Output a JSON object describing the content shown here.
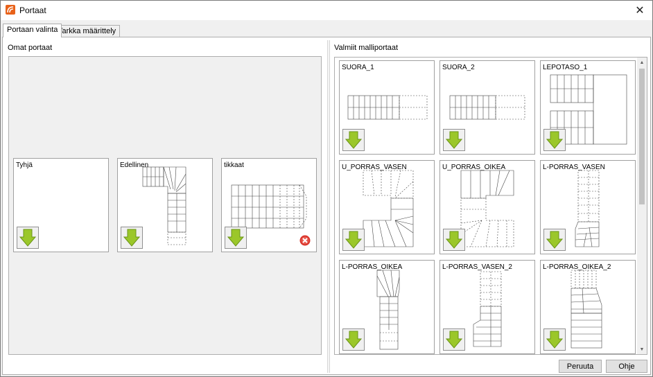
{
  "window": {
    "title": "Portaat"
  },
  "tabs": [
    {
      "label": "Portaan valinta",
      "active": true
    },
    {
      "label": "Tarkka määrittely",
      "active": false
    }
  ],
  "left": {
    "label": "Omat portaat",
    "cards": [
      {
        "name": "Tyhjä"
      },
      {
        "name": "Edellinen"
      },
      {
        "name": "tikkaat"
      }
    ]
  },
  "right": {
    "label": "Valmiit malliportaat",
    "cards": [
      {
        "name": "SUORA_1"
      },
      {
        "name": "SUORA_2"
      },
      {
        "name": "LEPOTASO_1"
      },
      {
        "name": "U_PORRAS_VASEN"
      },
      {
        "name": "U_PORRAS_OIKEA"
      },
      {
        "name": "L-PORRAS_VASEN"
      },
      {
        "name": "L-PORRAS_OIKEA"
      },
      {
        "name": "L-PORRAS_VASEN_2"
      },
      {
        "name": "L-PORRAS_OIKEA_2"
      }
    ]
  },
  "buttons": {
    "cancel": "Peruuta",
    "help": "Ohje"
  },
  "colors": {
    "accent_arrow": "#9bc72a",
    "app_icon": "#e8621a",
    "delete": "#d9342b"
  }
}
